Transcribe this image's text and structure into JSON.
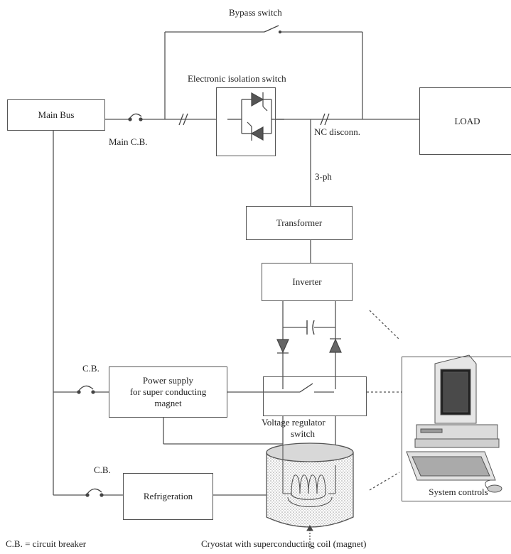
{
  "labels": {
    "bypass_switch": "Bypass switch",
    "electronic_isolation_switch": "Electronic isolation switch",
    "main_bus": "Main Bus",
    "main_cb": "Main C.B.",
    "load": "LOAD",
    "nc_disconn": "NC disconn.",
    "three_ph": "3-ph",
    "transformer": "Transformer",
    "inverter": "Inverter",
    "cb_power": "C.B.",
    "power_supply_line1": "Power supply",
    "power_supply_line2": "for super conducting",
    "power_supply_line3": "magnet",
    "voltage_regulator_line1": "Voltage regulator",
    "voltage_regulator_line2": "switch",
    "system_controls": "System controls",
    "cb_refrigeration": "C.B.",
    "refrigeration": "Refrigeration",
    "legend": "C.B. = circuit breaker",
    "cryostat": "Cryostat with superconducting coil (magnet)"
  },
  "icons": [
    "computer-icon",
    "diode-icon",
    "thyristor-icon",
    "capacitor-icon",
    "coil-icon",
    "switch-icon"
  ]
}
